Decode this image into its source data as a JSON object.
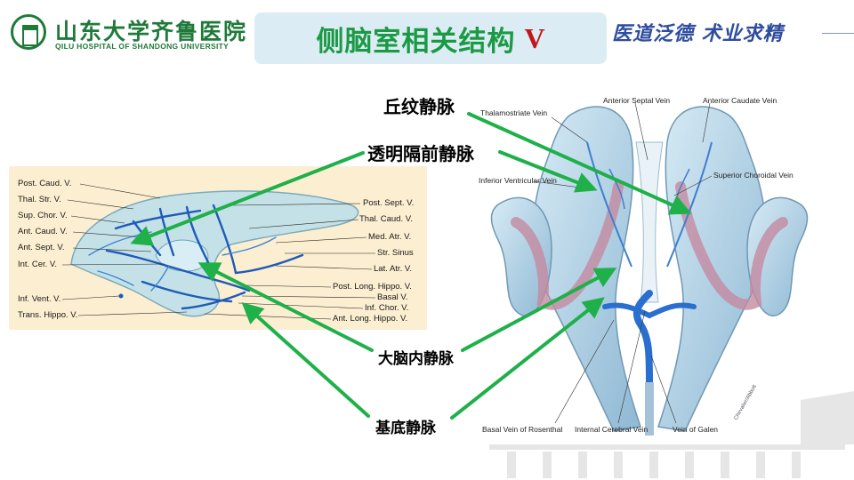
{
  "header": {
    "hospital_name": "山东大学齐鲁医院",
    "hospital_name_en": "QILU HOSPITAL OF SHANDONG UNIVERSITY",
    "title": "侧脑室相关结构",
    "title_suffix": "V",
    "motto": "医道泛德  术业求精"
  },
  "left_panel": {
    "labels_left": [
      "Post. Caud. V.",
      "Thal. Str. V.",
      "Sup. Chor. V.",
      "Ant. Caud. V.",
      "Ant. Sept. V.",
      "Int. Cer. V.",
      "Inf. Vent. V.",
      "Trans. Hippo. V."
    ],
    "labels_right": [
      "Post. Sept. V.",
      "Thal. Caud. V.",
      "Med. Atr. V.",
      "Str. Sinus",
      "Lat. Atr. V.",
      "Post. Long. Hippo. V.",
      "Basal V.",
      "Inf. Chor. V.",
      "Ant. Long. Hippo. V."
    ]
  },
  "right_panel": {
    "labels": {
      "thalamostriate": "Thalamostriate Vein",
      "anterior_septal": "Anterior Septal Vein",
      "anterior_caudate": "Anterior Caudate Vein",
      "superior_choroidal": "Superior Choroidal Vein",
      "inferior_ventricular": "Inferior Ventricular Vein",
      "basal_rosenthal": "Basal Vein of Rosenthal",
      "internal_cerebral": "Internal Cerebral Vein",
      "galen": "Vein of Galen",
      "credit": "Chevalier/Abbott"
    }
  },
  "callouts": {
    "thalamostriate": "丘纹静脉",
    "anterior_septal": "透明隔前静脉",
    "internal_cerebral": "大脑内静脉",
    "basal": "基底静脉"
  },
  "colors": {
    "accent_green": "#1a9a44",
    "arrow_green": "#1fb04a",
    "title_bg": "#dcecf4",
    "title_red": "#c4151c",
    "motto_blue": "#2e4d9e"
  }
}
